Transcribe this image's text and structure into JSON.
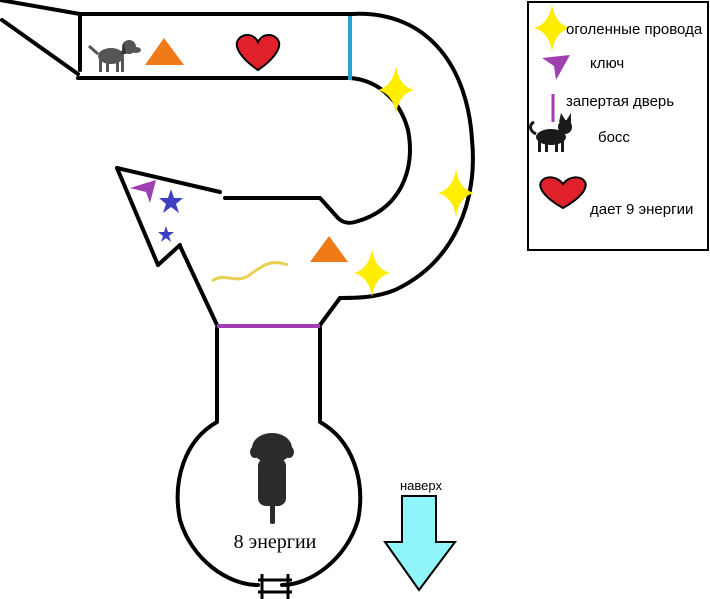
{
  "legend": {
    "items": [
      {
        "icon": "yellow-star-icon",
        "label": "оголенные провода"
      },
      {
        "icon": "purple-key-icon",
        "label": "ключ"
      },
      {
        "icon": "purple-door-line-icon",
        "label": "запертая дверь"
      },
      {
        "icon": "black-cat-icon",
        "label": "босс"
      },
      {
        "icon": "red-heart-icon",
        "label": "дает 9 энергии"
      }
    ]
  },
  "map": {
    "player_energy_label": "8 энергии",
    "arrow_label": "наверх"
  },
  "colors": {
    "wire": "#FFEE00",
    "key": "#A040B0",
    "door": "#A040B0",
    "heart": "#E0202A",
    "triangle": "#F07A18",
    "blue_star": "#3B3FC0",
    "arrow": "#8FF5FA",
    "cyan_door": "#2AA0D0",
    "squiggle": "#E8CF50"
  }
}
